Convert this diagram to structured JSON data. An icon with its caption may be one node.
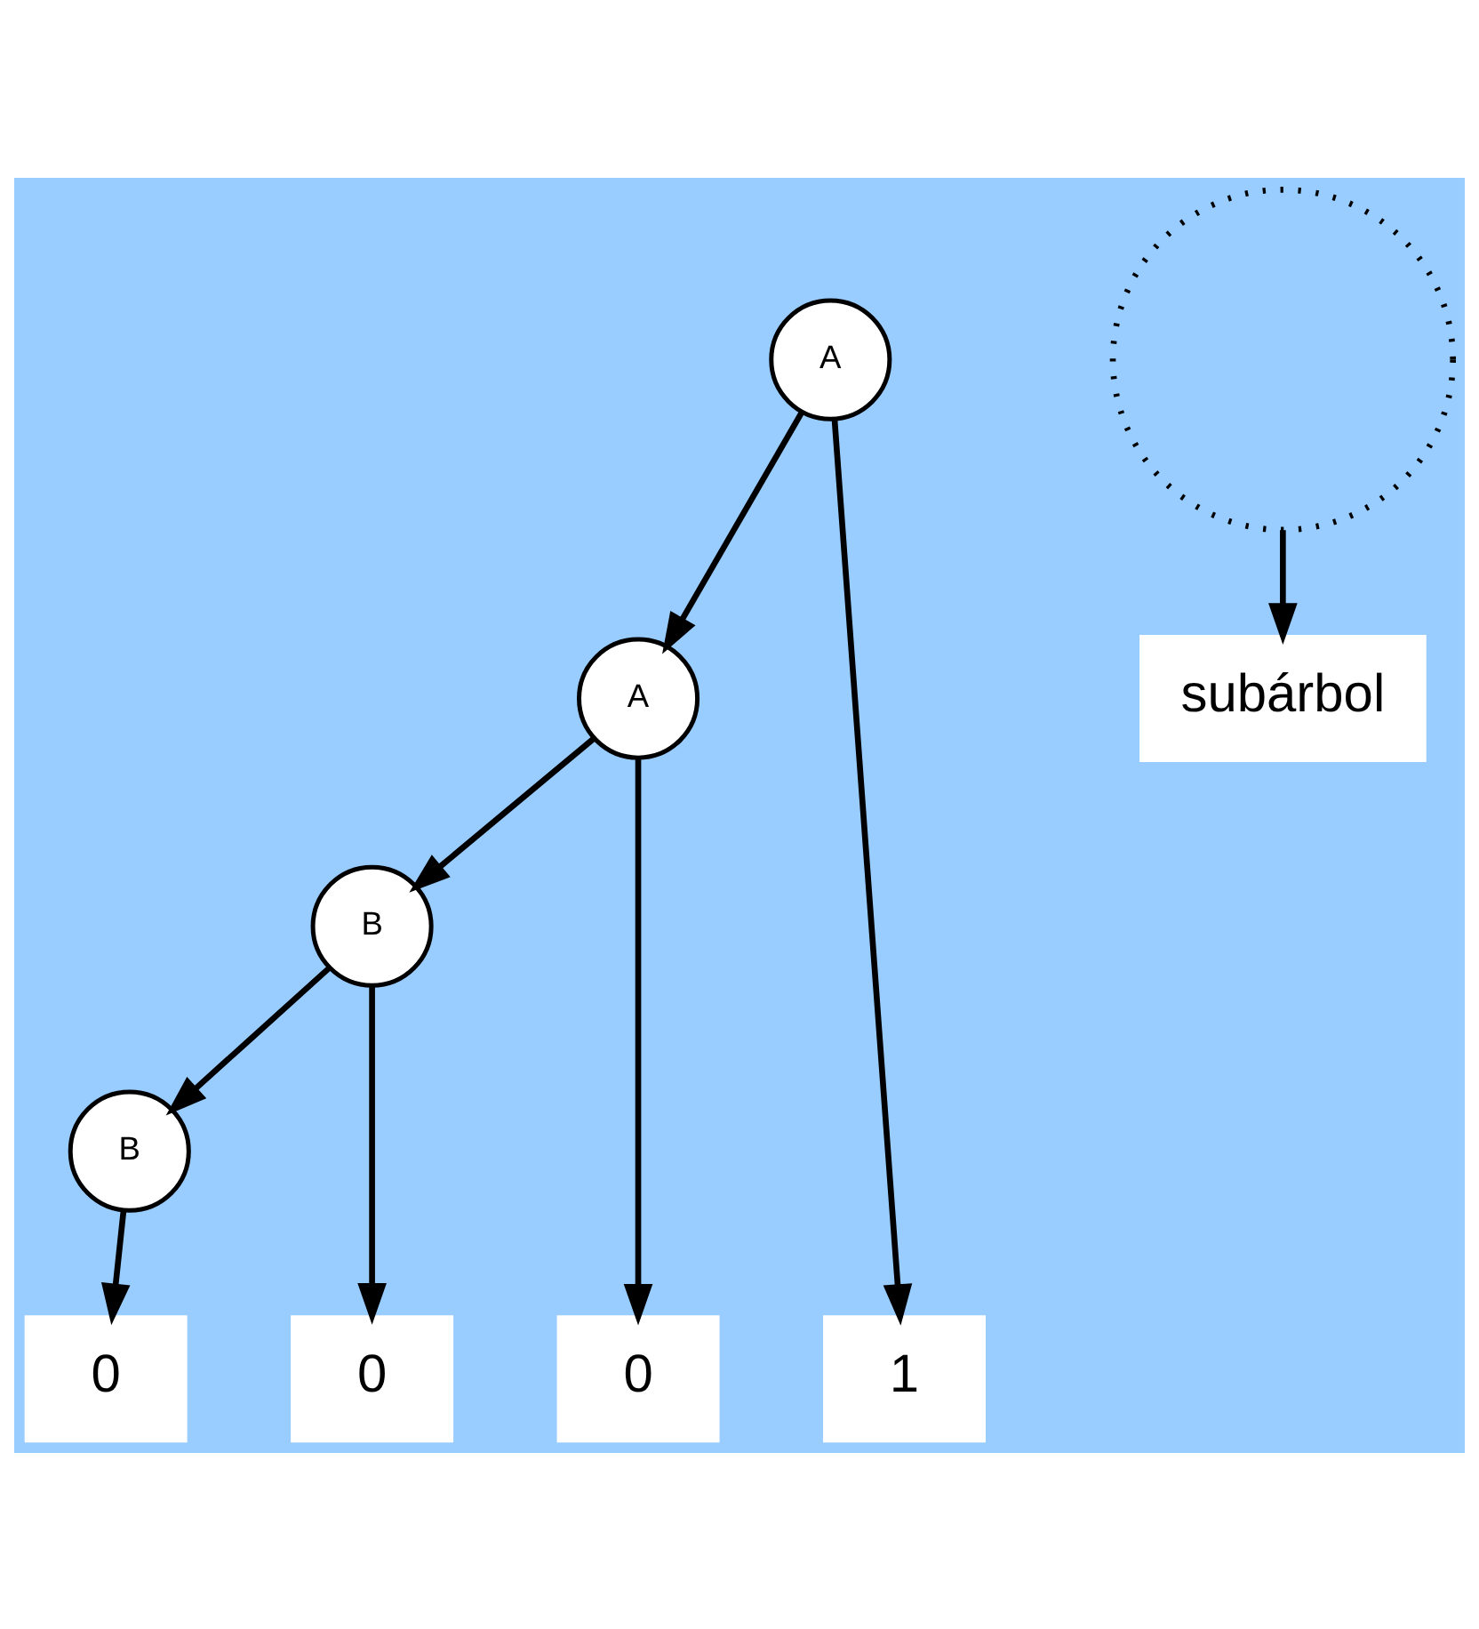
{
  "diagram": {
    "nodes": [
      {
        "text": [
          "A"
        ]
      },
      {
        "text": [
          "A"
        ]
      },
      {
        "text": [
          "B"
        ]
      },
      {
        "text": [
          "B"
        ]
      },
      {
        "text": [
          "1"
        ]
      },
      {
        "text": [
          "0"
        ]
      },
      {
        "text": [
          "0"
        ]
      },
      {
        "text": [
          "0"
        ]
      },
      {
        "text": [],
        "shape": "circle"
      },
      {
        "text": [
          "subárbol"
        ]
      }
    ],
    "edges": [
      {
        "from": 0,
        "to": 1,
        "arrow": "to"
      },
      {
        "from": 0,
        "to": 4,
        "arrow": "to"
      },
      {
        "from": 1,
        "to": 2,
        "arrow": "to"
      },
      {
        "from": 1,
        "to": 5,
        "arrow": "to"
      },
      {
        "from": 2,
        "to": 3,
        "arrow": "to"
      },
      {
        "from": 2,
        "to": 6,
        "arrow": "to"
      },
      {
        "from": 3,
        "to": 7,
        "arrow": "to"
      },
      {
        "from": 8,
        "to": 9,
        "arrow": "to"
      }
    ]
  }
}
